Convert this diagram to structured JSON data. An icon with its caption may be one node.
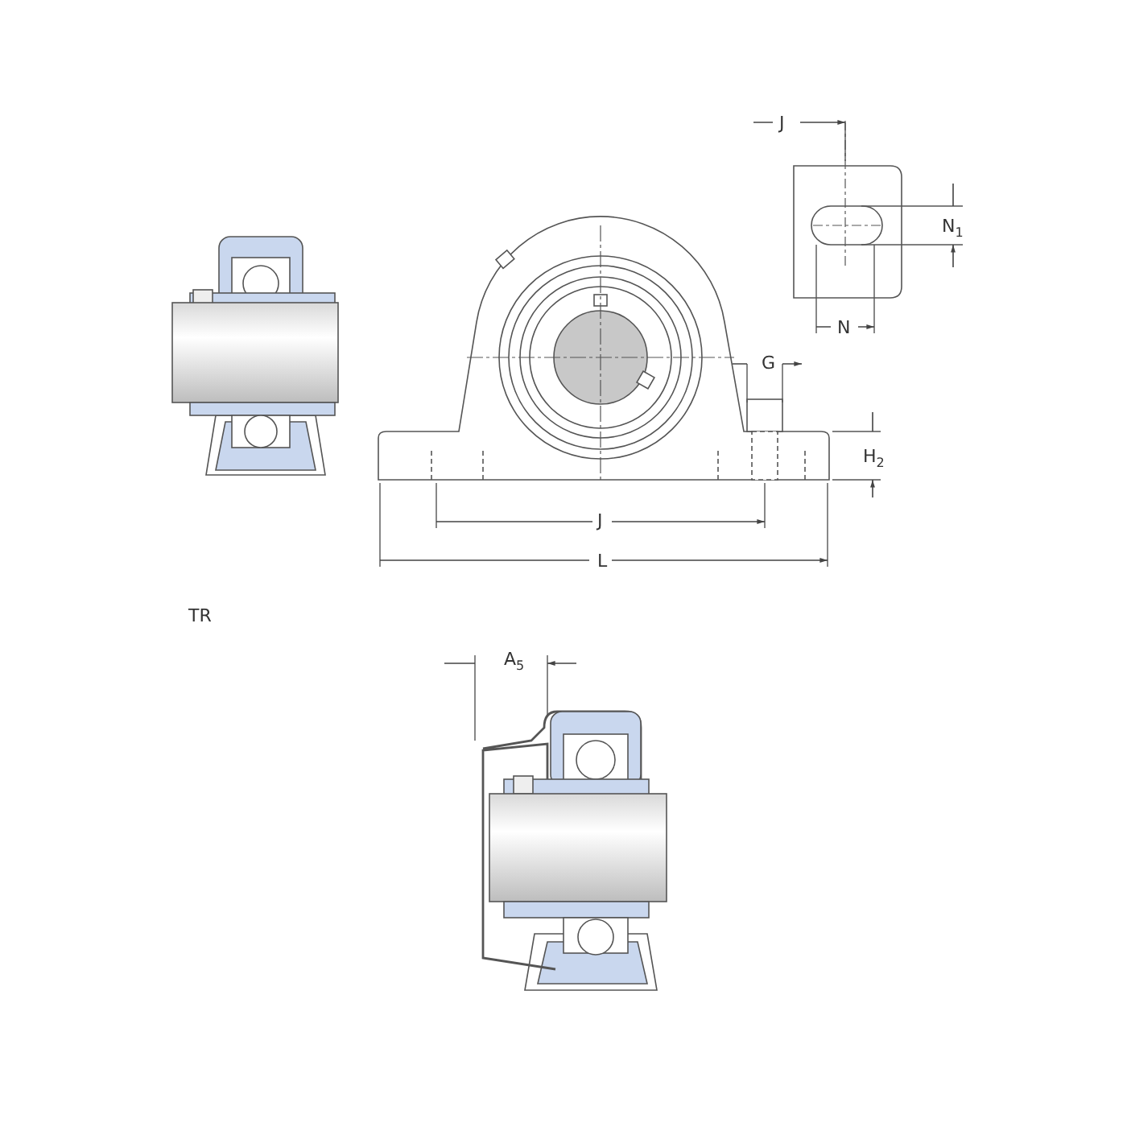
{
  "diagram": {
    "labels": [
      "J",
      "N$_{1}$",
      "N",
      "G",
      "H$_{2}$",
      "J",
      "L",
      "TR",
      "A$_{5}$"
    ]
  }
}
